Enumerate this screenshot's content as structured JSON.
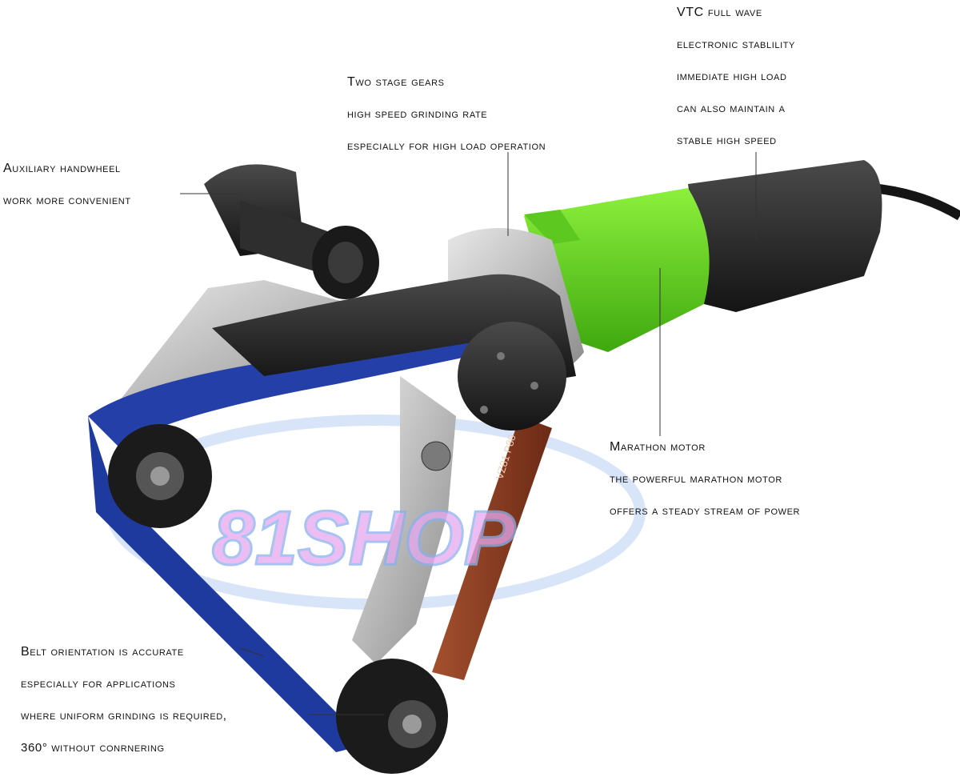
{
  "watermark": {
    "text": "81SHOP"
  },
  "annotations": {
    "handwheel": [
      "Auxiliary handwheel",
      "work more convenient"
    ],
    "gears": [
      "Two stage gears",
      "high speed grinding rate",
      "especially for high load operation"
    ],
    "vtc": [
      "VTC full wave",
      "electronic stablility",
      "immediate high load",
      "can also maintain a",
      "stable high speed"
    ],
    "motor": [
      "Marathon motor",
      "the powerful marathon motor",
      "offers a steady stream of power"
    ],
    "belt": [
      "Belt orientation is accurate",
      "especially for applications",
      "where uniform grinding is required,",
      "360° without conrnering"
    ]
  },
  "belt_print": "VZ81 P80",
  "colors": {
    "motor_housing": "#6fe020",
    "belt_blue": "#1f3a9e",
    "belt_brown": "#8a3a22",
    "body_metal": "#c8c8c8",
    "handle": "#2a2a2a"
  }
}
